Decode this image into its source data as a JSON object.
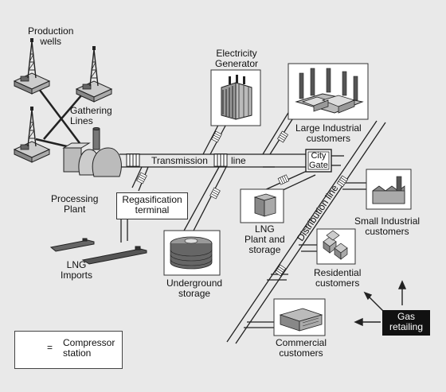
{
  "labels": {
    "production_wells": [
      "Production",
      "wells"
    ],
    "gathering_lines": [
      "Gathering",
      "Lines"
    ],
    "processing_plant": [
      "Processing",
      "Plant"
    ],
    "lng_imports": [
      "LNG",
      "Imports"
    ],
    "regasification_terminal": [
      "Regasification",
      "terminal"
    ],
    "electricity_generator": [
      "Electricity",
      "Generator"
    ],
    "large_industrial": [
      "Large Industrial",
      "customers"
    ],
    "transmission": "Transmission",
    "line": "line",
    "city_gate": [
      "City",
      "Gate"
    ],
    "distribution_line": "Distribution line",
    "lng_plant_storage": [
      "LNG",
      "Plant and",
      "storage"
    ],
    "small_industrial": [
      "Small Industrial",
      "customers"
    ],
    "underground_storage": [
      "Underground",
      "storage"
    ],
    "residential": [
      "Residential",
      "customers"
    ],
    "commercial": [
      "Commercial",
      "customers"
    ],
    "gas_retailing": [
      "Gas",
      "retailing"
    ]
  },
  "legend": {
    "equals": "=",
    "text": [
      "Compressor",
      "station"
    ]
  },
  "colors": {
    "background": "#e9e9e9",
    "pipe_stroke": "#222222",
    "gas_box": "#111111"
  }
}
